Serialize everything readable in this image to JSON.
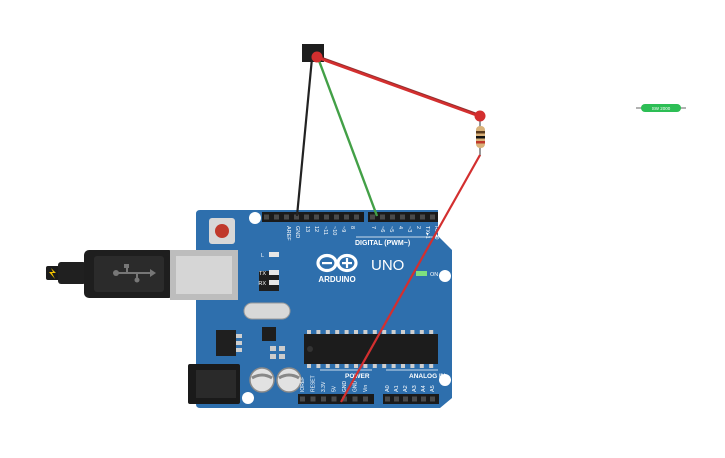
{
  "board": {
    "name": "UNO",
    "brand": "ARDUINO",
    "digital_label": "DIGITAL (PWM~)",
    "analog_label": "ANALOG IN",
    "power_label": "POWER",
    "on_label": "ON",
    "led_l": "L",
    "led_tx": "TX",
    "led_rx": "RX",
    "digital_pins": [
      "AREF",
      "GND",
      "13",
      "12",
      "~11",
      "~10",
      "~9",
      "8",
      "7",
      "~6",
      "~5",
      "4",
      "~3",
      "2",
      "TX▸1",
      "RX◂0"
    ],
    "power_pins": [
      "IOREF",
      "RESET",
      "3.3V",
      "5V",
      "GND",
      "GND",
      "Vin"
    ],
    "analog_pins": [
      "A0",
      "A1",
      "A2",
      "A3",
      "A4",
      "A5"
    ]
  },
  "sensor": {
    "label": "SW 2000"
  },
  "colors": {
    "board": "#2E6FAD",
    "board_dark": "#245b90",
    "wire_red": "#D32F2F",
    "wire_green": "#43A047",
    "wire_black": "#222222",
    "sensor_green": "#2DBE55"
  }
}
